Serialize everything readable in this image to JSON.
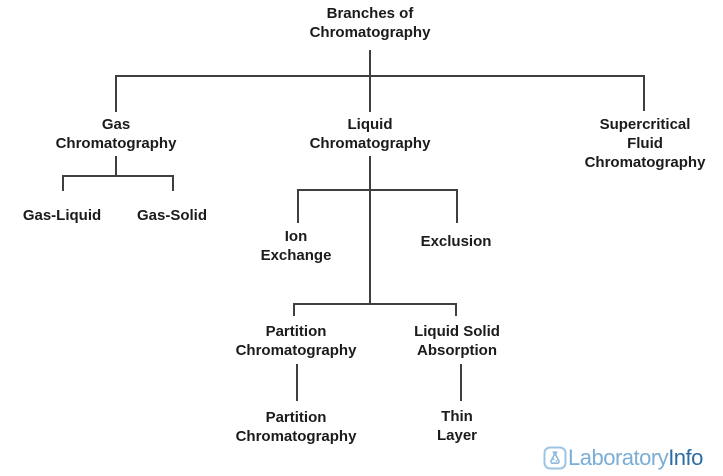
{
  "diagram": {
    "title": "Branches of\nChromatography",
    "nodes": {
      "gas": "Gas\nChromatography",
      "liquid": "Liquid\nChromatography",
      "supercritical": "Supercritical\nFluid\nChromatography",
      "gas_liquid": "Gas-Liquid",
      "gas_solid": "Gas-Solid",
      "ion_exchange": "Ion\nExchange",
      "exclusion": "Exclusion",
      "partition": "Partition\nChromatography",
      "liquid_solid": "Liquid Solid\nAbsorption",
      "partition_sub": "Partition\nChromatography",
      "thin_layer": "Thin\nLayer"
    }
  },
  "branding": {
    "logo_light": "Laboratory",
    "logo_dark": "Info",
    "logo_icon": "flask-in-rounded-square-icon",
    "logo_light_color": "#7aaed6",
    "logo_dark_color": "#2e6da4"
  },
  "colors": {
    "connector_line": "#3f3f3f",
    "text": "#1b1b1b",
    "background": "#ffffff"
  }
}
